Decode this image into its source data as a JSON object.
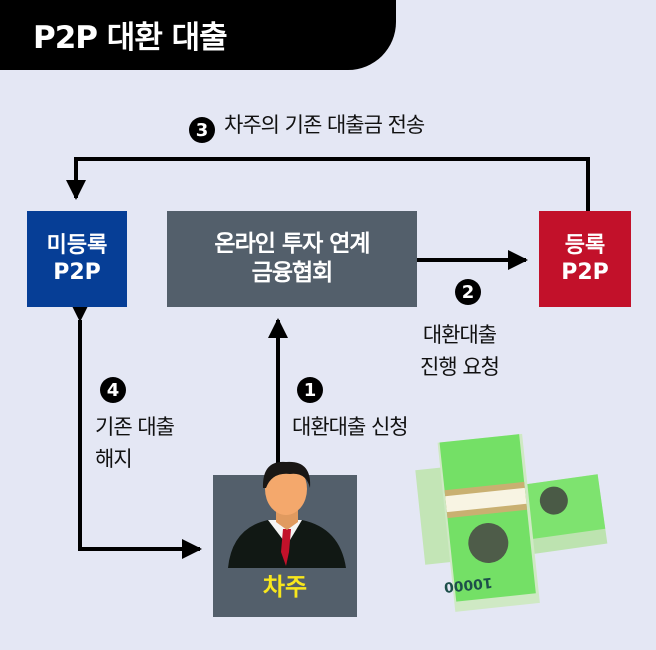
{
  "title": "P2P 대환 대출",
  "nodes": {
    "unregistered": {
      "line1": "미등록",
      "line2": "P2P"
    },
    "association": {
      "line1": "온라인 투자 연계",
      "line2": "금융협회"
    },
    "registered": {
      "line1": "등록",
      "line2": "P2P"
    },
    "borrower": {
      "label": "차주"
    }
  },
  "steps": [
    {
      "number": "1",
      "line1": "대환대출 신청",
      "line2": ""
    },
    {
      "number": "2",
      "line1": "대환대출",
      "line2": "진행 요청"
    },
    {
      "number": "3",
      "line1": "차주의 기존 대출금 전송",
      "line2": ""
    },
    {
      "number": "4",
      "line1": "기존 대출",
      "line2": "해지"
    }
  ],
  "colors": {
    "background": "#e4e7f4",
    "unregistered": "#063e96",
    "association": "#535f6b",
    "registered": "#c2112a",
    "borrower_label": "#f8e71c"
  },
  "icons": [
    "businessman-icon",
    "money-stack-icon"
  ]
}
